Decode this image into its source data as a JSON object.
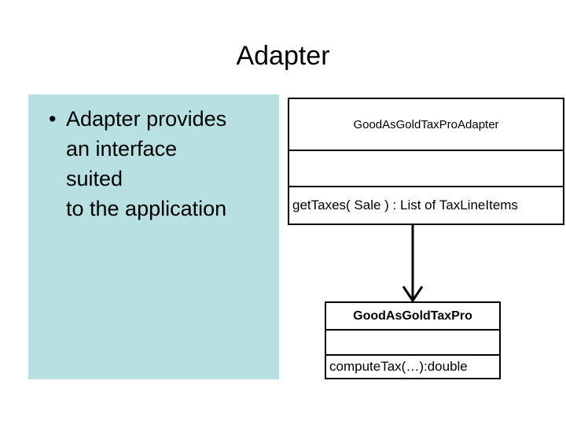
{
  "slide": {
    "title": "Adapter",
    "background_color": "#ffffff"
  },
  "bullet_panel": {
    "background_color": "#b8dfe2",
    "bullet_glyph": "•",
    "items": [
      {
        "lines": [
          "Adapter provides",
          "an interface",
          "suited",
          "to the application"
        ]
      }
    ]
  },
  "diagram": {
    "type": "uml-class-diagram",
    "line_color": "#000000",
    "classes": [
      {
        "id": "adapter",
        "name": "GoodAsGoldTaxProAdapter",
        "name_bold": false,
        "attributes": [],
        "operations": [
          "getTaxes( Sale ) : List of TaxLineItems"
        ]
      },
      {
        "id": "taxpro",
        "name": "GoodAsGoldTaxPro",
        "name_bold": true,
        "attributes": [],
        "operations": [
          "computeTax(…):double"
        ]
      }
    ],
    "connector": {
      "from": "adapter",
      "to": "taxpro",
      "style": "open-arrow-down",
      "arrowhead": "open"
    }
  }
}
